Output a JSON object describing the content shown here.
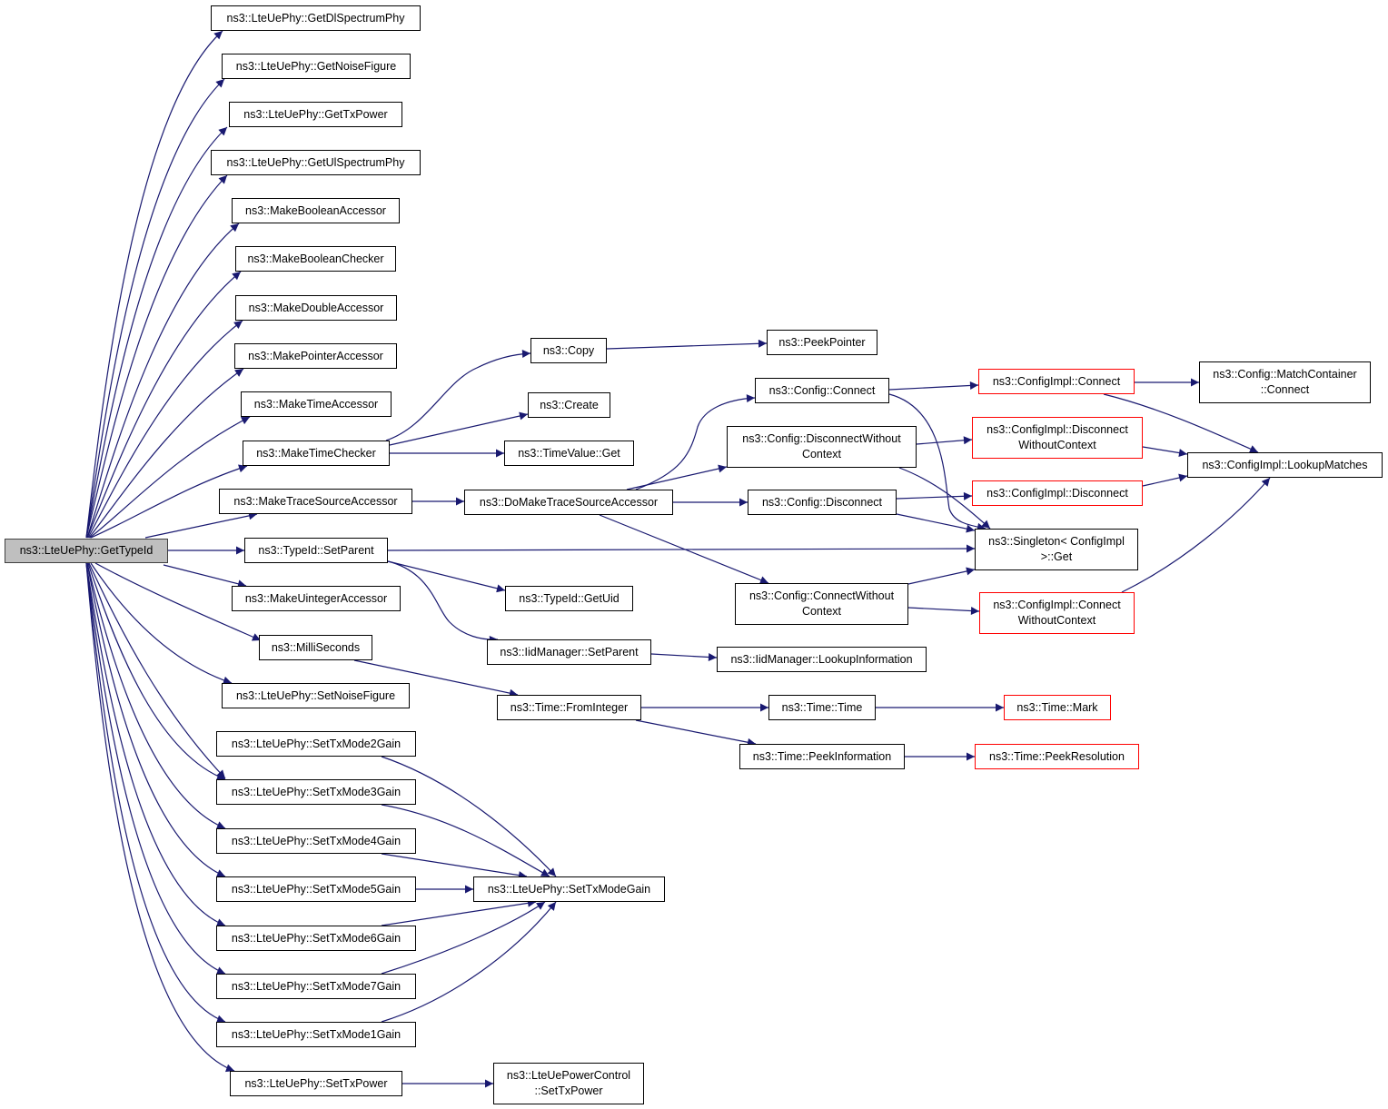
{
  "graph": {
    "colors": {
      "edge": "#191970",
      "node_border": "#000000",
      "external_border": "#ff0000",
      "root_fill": "#bfbfbf"
    },
    "nodes": {
      "root": "ns3::LteUePhy::GetTypeId",
      "getdlspectrumphy": "ns3::LteUePhy::GetDlSpectrumPhy",
      "getnoisefigure": "ns3::LteUePhy::GetNoiseFigure",
      "gettxpower": "ns3::LteUePhy::GetTxPower",
      "getulspectrumphy": "ns3::LteUePhy::GetUlSpectrumPhy",
      "makebooleanaccessor": "ns3::MakeBooleanAccessor",
      "makebooleanchecker": "ns3::MakeBooleanChecker",
      "makedoubleaccessor": "ns3::MakeDoubleAccessor",
      "makepointeraccessor": "ns3::MakePointerAccessor",
      "maketimeaccessor": "ns3::MakeTimeAccessor",
      "maketimechecker": "ns3::MakeTimeChecker",
      "maketracesourceaccessor": "ns3::MakeTraceSourceAccessor",
      "typeid-setparent": "ns3::TypeId::SetParent",
      "makeuintegeraccessor": "ns3::MakeUintegerAccessor",
      "milliseconds": "ns3::MilliSeconds",
      "setnoisefigure": "ns3::LteUePhy::SetNoiseFigure",
      "settxmode2gain": "ns3::LteUePhy::SetTxMode2Gain",
      "settxmode3gain": "ns3::LteUePhy::SetTxMode3Gain",
      "settxmode4gain": "ns3::LteUePhy::SetTxMode4Gain",
      "settxmode5gain": "ns3::LteUePhy::SetTxMode5Gain",
      "settxmode6gain": "ns3::LteUePhy::SetTxMode6Gain",
      "settxmode7gain": "ns3::LteUePhy::SetTxMode7Gain",
      "settxmode1gain": "ns3::LteUePhy::SetTxMode1Gain",
      "settxpower": "ns3::LteUePhy::SetTxPower",
      "copy": "ns3::Copy",
      "create": "ns3::Create",
      "timevalue-get": "ns3::TimeValue::Get",
      "domaketracesourceaccessor": "ns3::DoMakeTraceSourceAccessor",
      "typeid-getuid": "ns3::TypeId::GetUid",
      "iidmanager-setparent": "ns3::IidManager::SetParent",
      "time-frominteger": "ns3::Time::FromInteger",
      "settxmodegain": "ns3::LteUePhy::SetTxModeGain",
      "uepowercontrol-settxpower": "ns3::LteUePowerControl\n::SetTxPower",
      "peekpointer": "ns3::PeekPointer",
      "config-connect": "ns3::Config::Connect",
      "config-disconnectwithoutcontext": "ns3::Config::DisconnectWithout\nContext",
      "config-disconnect": "ns3::Config::Disconnect",
      "config-connectwithoutcontext": "ns3::Config::ConnectWithout\nContext",
      "iidmanager-lookupinformation": "ns3::IidManager::LookupInformation",
      "time-time": "ns3::Time::Time",
      "time-peekinformation": "ns3::Time::PeekInformation",
      "configimpl-connect": "ns3::ConfigImpl::Connect",
      "configimpl-disconnectwithoutcontext": "ns3::ConfigImpl::Disconnect\nWithoutContext",
      "configimpl-disconnect": "ns3::ConfigImpl::Disconnect",
      "singleton-get": "ns3::Singleton< ConfigImpl\n>::Get",
      "configimpl-connectwithoutcontext": "ns3::ConfigImpl::Connect\nWithoutContext",
      "time-mark": "ns3::Time::Mark",
      "time-peekresolution": "ns3::Time::PeekResolution",
      "matchcontainer-connect": "ns3::Config::MatchContainer\n::Connect",
      "configimpl-lookupmatches": "ns3::ConfigImpl::LookupMatches"
    }
  }
}
